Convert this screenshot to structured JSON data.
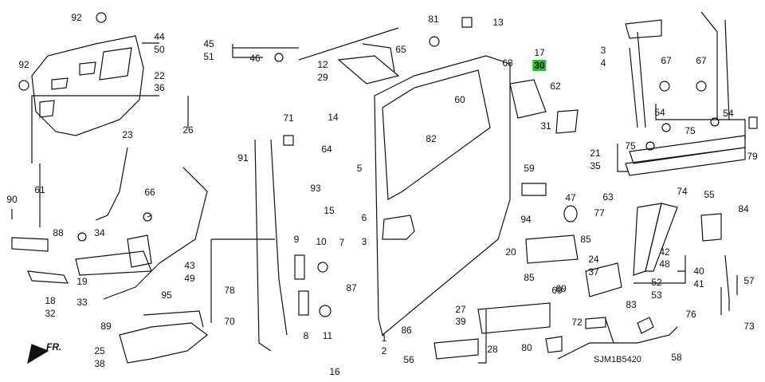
{
  "diagram": {
    "code": "SJM1B5420",
    "front_marker": "FR.",
    "highlight_labels": [
      "30"
    ],
    "labels": [
      "92",
      "44",
      "50",
      "92",
      "22",
      "36",
      "23",
      "26",
      "66",
      "61",
      "90",
      "88",
      "34",
      "19",
      "33",
      "18",
      "32",
      "95",
      "89",
      "25",
      "38",
      "45",
      "51",
      "46",
      "12",
      "29",
      "65",
      "81",
      "13",
      "71",
      "91",
      "43",
      "49",
      "78",
      "70",
      "9",
      "10",
      "7",
      "87",
      "3",
      "8",
      "11",
      "16",
      "14",
      "64",
      "93",
      "5",
      "15",
      "6",
      "1",
      "2",
      "60",
      "82",
      "68",
      "17",
      "30",
      "62",
      "31",
      "59",
      "47",
      "94",
      "20",
      "69",
      "85",
      "27",
      "39",
      "28",
      "86",
      "56",
      "80",
      "3",
      "4",
      "67",
      "67",
      "54",
      "54",
      "75",
      "75",
      "21",
      "35",
      "79",
      "63",
      "77",
      "74",
      "55",
      "84",
      "85",
      "42",
      "48",
      "24",
      "37",
      "52",
      "53",
      "40",
      "41",
      "57",
      "69",
      "83",
      "76",
      "72",
      "58",
      "73"
    ]
  }
}
